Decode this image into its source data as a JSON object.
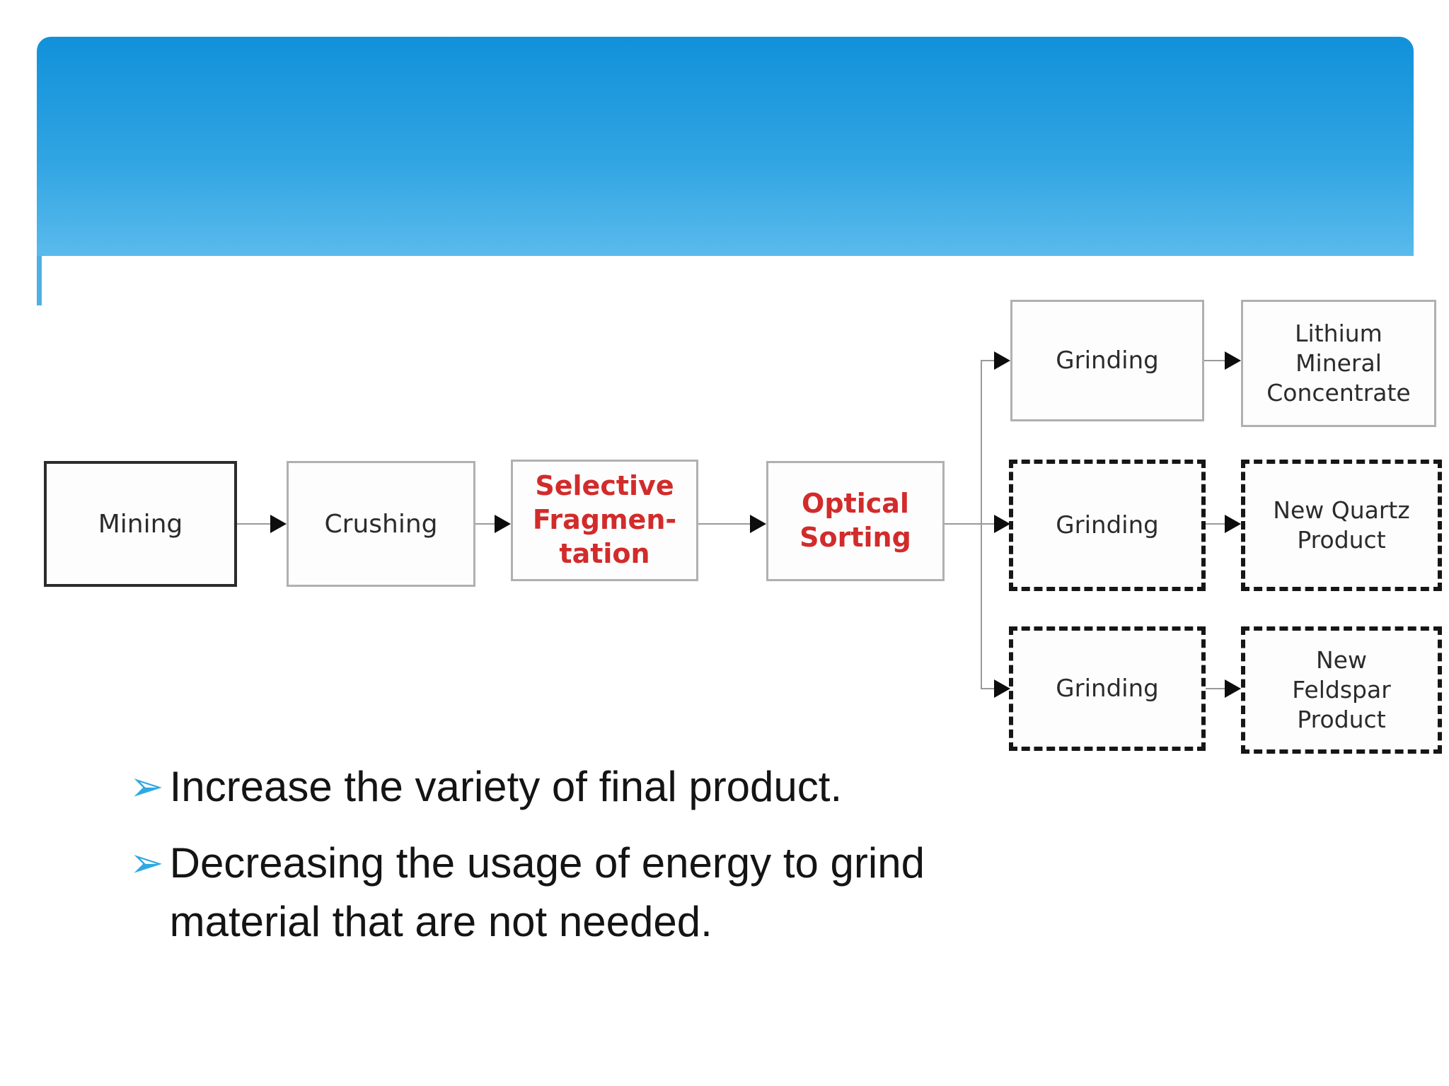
{
  "slide": {
    "kind": "presentation-slide"
  },
  "colors": {
    "header_gradient_top": "#1191DA",
    "header_gradient_bottom": "#5ABAEC",
    "accent_red": "#D22B2B",
    "bullet_arrow_blue": "#2FA8E1",
    "connector_gray": "#9a9a9a",
    "arrowhead_black": "#0d0d0d",
    "dashed_border_black": "#161616"
  },
  "flowchart": {
    "mining": {
      "label": "Mining"
    },
    "crushing": {
      "label": "Crushing"
    },
    "selective": {
      "line1": "Selective",
      "line2": "Fragmen-",
      "line3": "tation"
    },
    "optical": {
      "line1": "Optical",
      "line2": "Sorting"
    },
    "grinding_top": {
      "label": "Grinding"
    },
    "grinding_mid": {
      "label": "Grinding"
    },
    "grinding_bottom": {
      "label": "Grinding"
    },
    "lithium": {
      "line1": "Lithium",
      "line2": "Mineral",
      "line3": "Concentrate"
    },
    "quartz": {
      "line1": "New Quartz",
      "line2": "Product"
    },
    "feldspar": {
      "line1": "New",
      "line2": "Feldspar",
      "line3": "Product"
    },
    "edges": [
      "Mining -> Crushing",
      "Crushing -> Selective Fragmentation",
      "Selective Fragmentation -> Optical Sorting",
      "Optical Sorting -> Grinding (top)",
      "Optical Sorting -> Grinding (middle)",
      "Optical Sorting -> Grinding (bottom)",
      "Grinding (top) -> Lithium Mineral Concentrate",
      "Grinding (middle) -> New Quartz Product",
      "Grinding (bottom) -> New Feldspar Product"
    ]
  },
  "bullets": {
    "marker": "➢",
    "item1": "Increase the variety of final product.",
    "item2_line1": "Decreasing the usage of energy to grind",
    "item2_line2": "material that are not needed."
  }
}
